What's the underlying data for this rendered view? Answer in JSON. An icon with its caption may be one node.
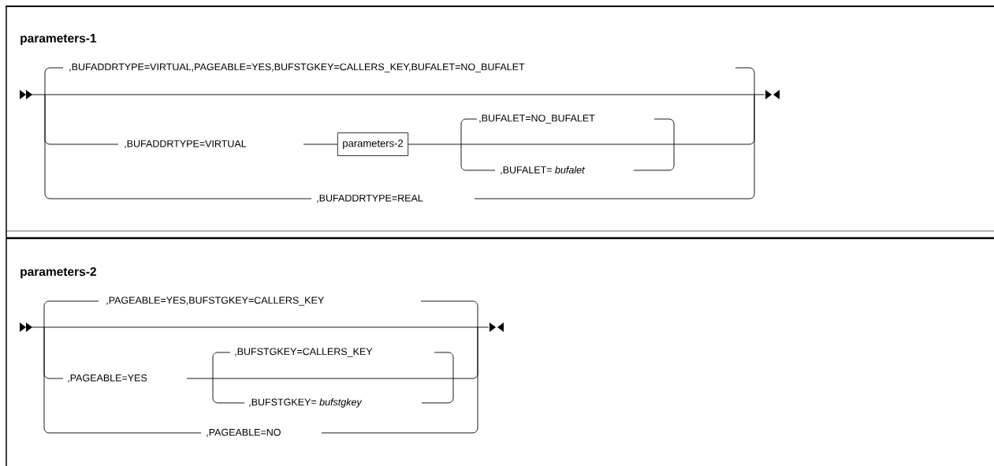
{
  "diagram": {
    "nodes": [
      {
        "text": [
          "parameters-2"
        ]
      }
    ],
    "labels": [
      "parameters-1",
      ",BUFADDRTYPE=VIRTUAL,PAGEABLE=YES,BUFSTGKEY=CALLERS_KEY,BUFALET=NO_BUFALET",
      ",BUFALET=NO_BUFALET",
      ",BUFADDRTYPE=VIRTUAL",
      ",BUFALET=  *bufalet*",
      ",BUFADDRTYPE=REAL",
      "parameters-2",
      ",PAGEABLE=YES,BUFSTGKEY=CALLERS_KEY",
      ",BUFSTGKEY=CALLERS_KEY",
      ",PAGEABLE=YES",
      ",BUFSTGKEY=  *bufstgkey*",
      ",PAGEABLE=NO"
    ]
  }
}
